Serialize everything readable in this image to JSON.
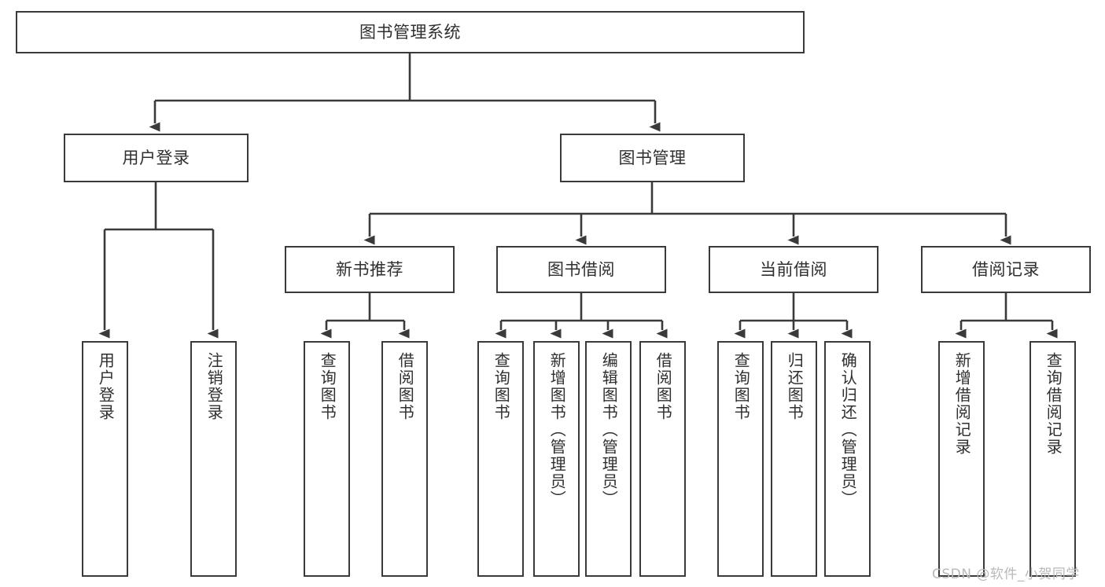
{
  "diagram": {
    "title": "图书管理系统",
    "type": "tree-hierarchy-diagram",
    "root": {
      "id": "root",
      "label": "图书管理系统"
    },
    "level2": [
      {
        "id": "user-login",
        "label": "用户登录"
      },
      {
        "id": "book-manage",
        "label": "图书管理"
      }
    ],
    "level3": [
      {
        "id": "new-book-rec",
        "label": "新书推荐",
        "parent": "book-manage"
      },
      {
        "id": "book-borrow",
        "label": "图书借阅",
        "parent": "book-manage"
      },
      {
        "id": "current-borrow",
        "label": "当前借阅",
        "parent": "book-manage"
      },
      {
        "id": "borrow-record",
        "label": "借阅记录",
        "parent": "book-manage"
      }
    ],
    "leaves": {
      "user_login": [
        {
          "id": "leaf-user-login",
          "label": "用户登录"
        },
        {
          "id": "leaf-user-logout",
          "label": "注销登录"
        }
      ],
      "new_book_rec": [
        {
          "id": "leaf-query-book-1",
          "label": "查询图书"
        },
        {
          "id": "leaf-borrow-book-1",
          "label": "借阅图书"
        }
      ],
      "book_borrow": [
        {
          "id": "leaf-query-book-2",
          "label": "查询图书"
        },
        {
          "id": "leaf-add-book",
          "label": "新增图书（管理员）"
        },
        {
          "id": "leaf-edit-book",
          "label": "编辑图书（管理员）"
        },
        {
          "id": "leaf-borrow-book-2",
          "label": "借阅图书"
        }
      ],
      "current_borrow": [
        {
          "id": "leaf-query-book-3",
          "label": "查询图书"
        },
        {
          "id": "leaf-return-book",
          "label": "归还图书"
        },
        {
          "id": "leaf-confirm-return",
          "label": "确认归还（管理员）"
        }
      ],
      "borrow_record": [
        {
          "id": "leaf-add-record",
          "label": "新增借阅记录"
        },
        {
          "id": "leaf-query-record",
          "label": "查询借阅记录"
        }
      ]
    },
    "colors": {
      "stroke": "#3a3a3a",
      "text": "#2f2f2f",
      "background": "#ffffff",
      "watermark": "#b9b9b9"
    }
  },
  "watermark": {
    "text": "CSDN @软件_小贺同学"
  }
}
